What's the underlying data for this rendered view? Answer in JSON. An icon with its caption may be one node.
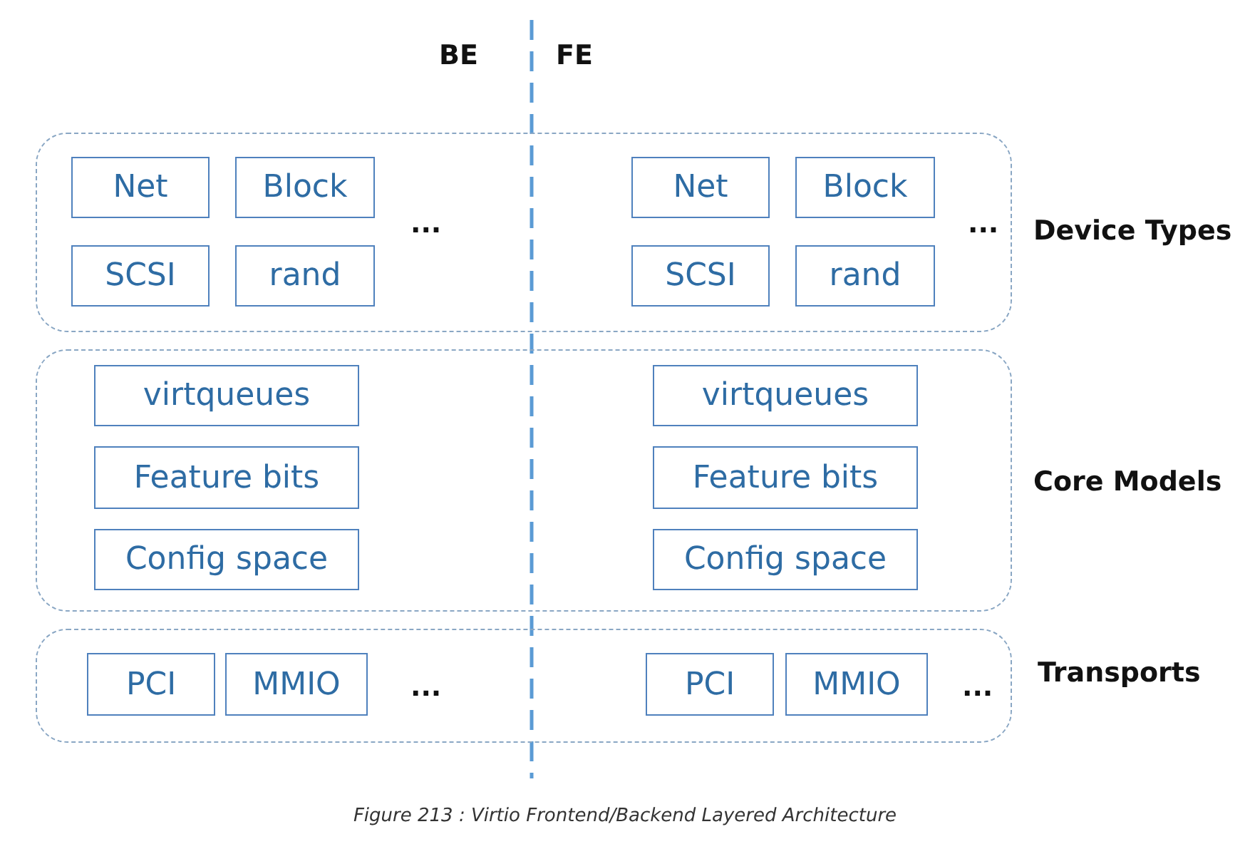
{
  "diagram": {
    "caption": "Figure 213 : Virtio Frontend/Backend Layered Architecture",
    "nodes": [
      {
        "text": [
          "Device Types"
        ]
      },
      {
        "text": [
          "Net"
        ],
        "in": 0
      },
      {
        "text": [
          "Block"
        ],
        "in": 0
      },
      {
        "text": [
          "SCSI"
        ],
        "in": 0
      },
      {
        "text": [
          "rand"
        ],
        "in": 0
      },
      {
        "text": [
          "Net"
        ],
        "in": 0
      },
      {
        "text": [
          "Block"
        ],
        "in": 0
      },
      {
        "text": [
          "SCSI"
        ],
        "in": 0
      },
      {
        "text": [
          "rand"
        ],
        "in": 0
      },
      {
        "text": [
          "Core Models"
        ]
      },
      {
        "text": [
          "virtqueues"
        ],
        "in": 9
      },
      {
        "text": [
          "Feature bits"
        ],
        "in": 9
      },
      {
        "text": [
          "Config space"
        ],
        "in": 9
      },
      {
        "text": [
          "virtqueues"
        ],
        "in": 9
      },
      {
        "text": [
          "Feature bits"
        ],
        "in": 9
      },
      {
        "text": [
          "Config space"
        ],
        "in": 9
      },
      {
        "text": [
          "Transports"
        ]
      },
      {
        "text": [
          "PCI"
        ],
        "in": 16
      },
      {
        "text": [
          "MMIO"
        ],
        "in": 16
      },
      {
        "text": [
          "PCI"
        ],
        "in": 16
      },
      {
        "text": [
          "MMIO"
        ],
        "in": 16
      }
    ],
    "labels": [
      "BE",
      "FE",
      "...",
      "...",
      "...",
      "..."
    ]
  }
}
